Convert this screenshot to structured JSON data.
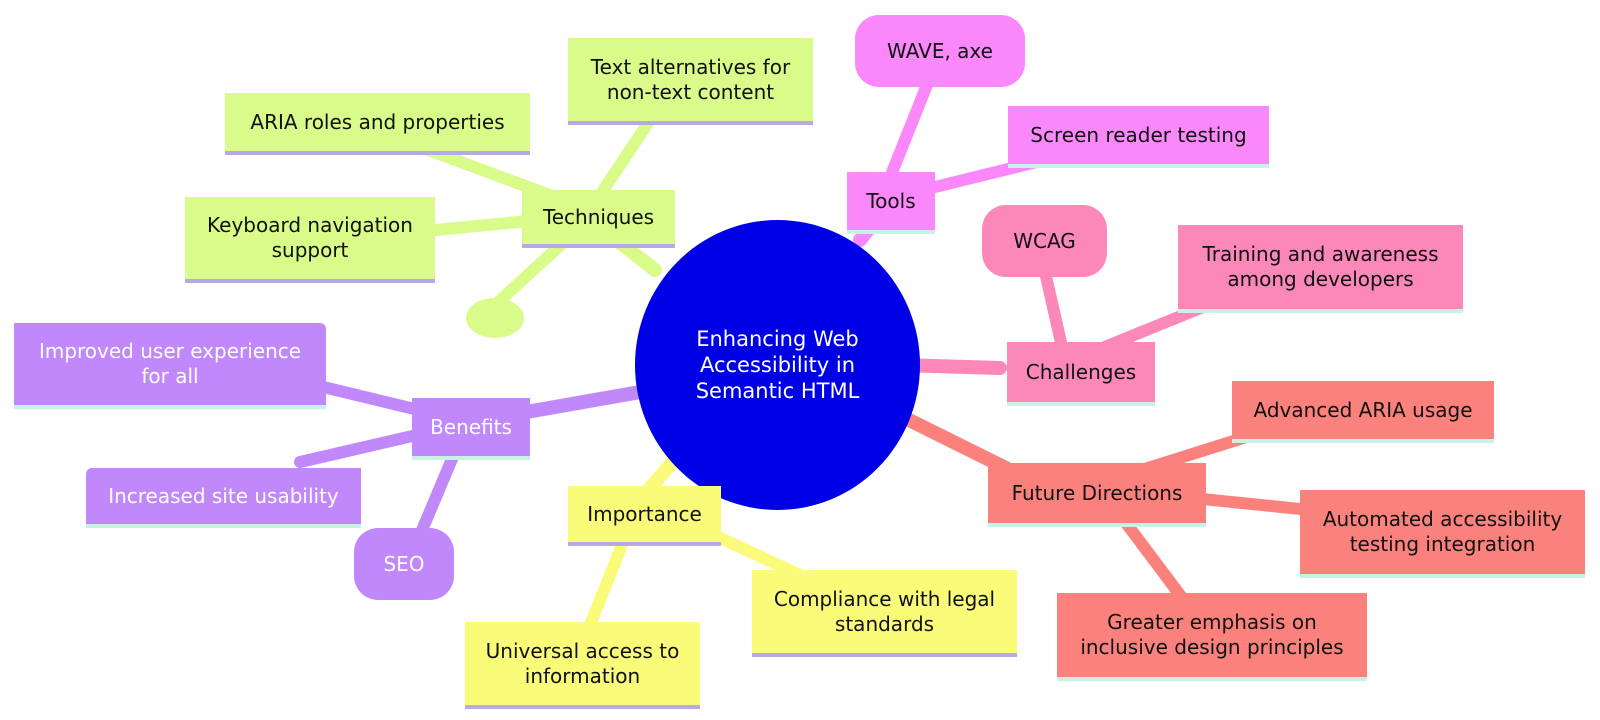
{
  "diagram": {
    "center": "Enhancing Web Accessibility in Semantic HTML",
    "colors": {
      "center": "#0000e6",
      "techniques": "#d9fb8a",
      "importance": "#fbfb7a",
      "benefits": "#c088fb",
      "challenges": "#fb88b9",
      "tools": "#fb88fb",
      "future": "#fb827c"
    },
    "branches": {
      "techniques": {
        "label": "Techniques",
        "items": [
          "Text alternatives for non-text content",
          "ARIA roles and properties",
          "Keyboard navigation support"
        ]
      },
      "benefits": {
        "label": "Benefits",
        "items": [
          "Improved user experience for all",
          "Increased site usability",
          "SEO"
        ]
      },
      "importance": {
        "label": "Importance",
        "items": [
          "Universal access to information",
          "Compliance with legal standards"
        ]
      },
      "tools": {
        "label": "Tools",
        "items": [
          "WAVE, axe",
          "Screen reader testing"
        ]
      },
      "challenges": {
        "label": "Challenges",
        "items": [
          "WCAG",
          "Training and awareness among developers"
        ]
      },
      "future": {
        "label": "Future Directions",
        "items": [
          "Advanced ARIA usage",
          "Automated accessibility testing integration",
          "Greater emphasis on inclusive design principles"
        ]
      }
    }
  }
}
